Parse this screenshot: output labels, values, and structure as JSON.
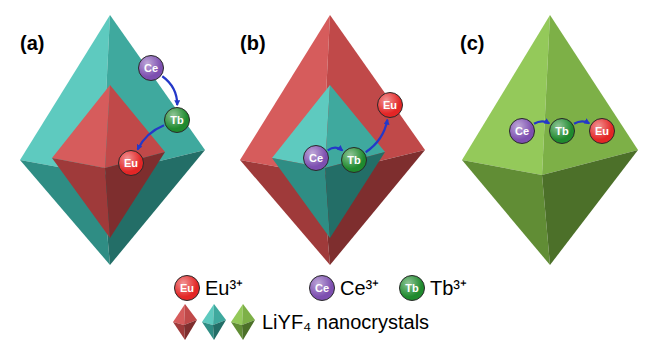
{
  "diagram": {
    "nodes": [
      {
        "text": [
          "Ce"
        ]
      },
      {
        "text": [
          "Tb"
        ]
      },
      {
        "text": [
          "Eu"
        ]
      },
      {
        "text": [
          "Ce"
        ]
      },
      {
        "text": [
          "Tb"
        ]
      },
      {
        "text": [
          "Eu"
        ]
      },
      {
        "text": [
          "Ce"
        ]
      },
      {
        "text": [
          "Tb"
        ]
      },
      {
        "text": [
          "Eu"
        ]
      }
    ],
    "edges": [
      {
        "from": 0,
        "to": 1,
        "arrow": "to"
      },
      {
        "from": 1,
        "to": 2,
        "arrow": "to"
      },
      {
        "from": 3,
        "to": 4,
        "arrow": "to"
      },
      {
        "from": 4,
        "to": 5,
        "arrow": "to"
      },
      {
        "from": 6,
        "to": 7,
        "arrow": "to"
      },
      {
        "from": 7,
        "to": 8,
        "arrow": "to"
      }
    ],
    "labels": [
      "(a)",
      "(b)",
      "(c)",
      "Eu",
      "Ce",
      "Tb"
    ],
    "legend": [
      {
        "text": "Eu³⁺",
        "color": "#e32626"
      },
      {
        "text": "Ce³⁺",
        "color": "#7d4fb0"
      },
      {
        "text": "Tb³⁺",
        "color": "#1f8a2e"
      },
      {
        "text": "LiYF₄ nanocrystals"
      }
    ]
  }
}
